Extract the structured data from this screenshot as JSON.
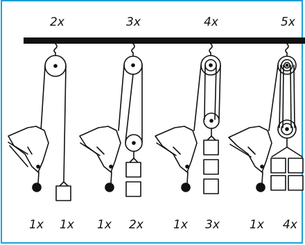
{
  "top_labels": [
    "2x",
    "3x",
    "4x",
    "5x"
  ],
  "bottom_labels": [
    {
      "effort": "1x",
      "load": "1x"
    },
    {
      "effort": "1x",
      "load": "2x"
    },
    {
      "effort": "1x",
      "load": "3x"
    },
    {
      "effort": "1x",
      "load": "4x"
    }
  ],
  "colors": {
    "frame_border": "#1aa0d6",
    "ink": "#111111"
  }
}
